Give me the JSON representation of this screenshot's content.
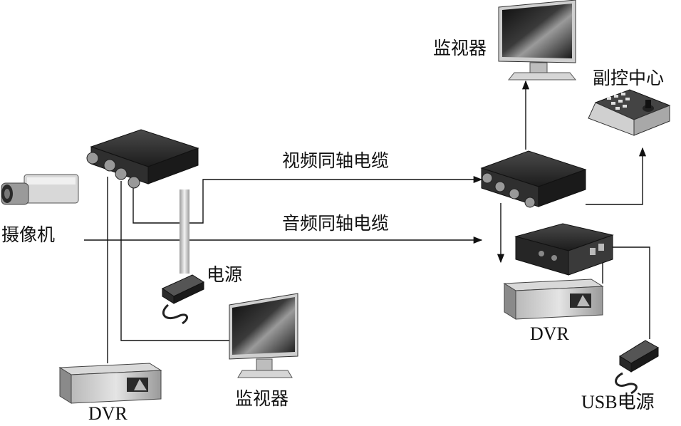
{
  "labels": {
    "camera": "摄像机",
    "video_coax": "视频同轴电缆",
    "audio_coax": "音频同轴电缆",
    "power": "电源",
    "monitor_left": "监视器",
    "dvr_left": "DVR",
    "monitor_top": "监视器",
    "sub_control": "副控中心",
    "dvr_right": "DVR",
    "usb_power": "USB电源"
  },
  "colors": {
    "line": "#111111",
    "device_dark": "#2a2a2a",
    "device_mid": "#6a6a6a",
    "device_light": "#c8c8c8"
  }
}
